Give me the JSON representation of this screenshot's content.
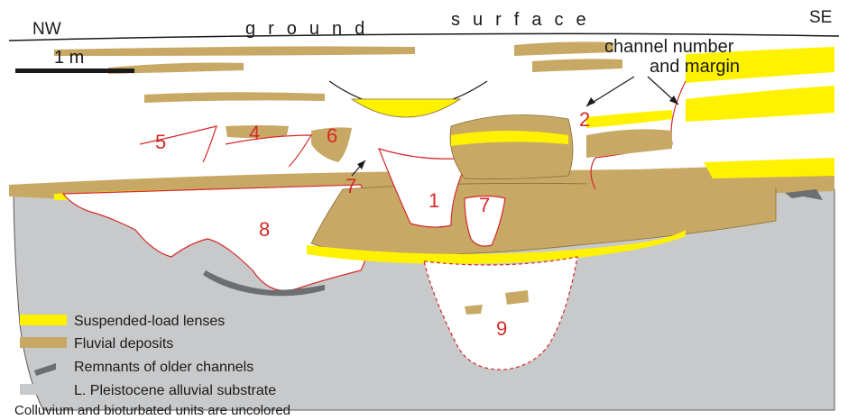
{
  "orientation": {
    "left": "NW",
    "right": "SE"
  },
  "ground_surface_label": "ground surface",
  "ground_surface_words": [
    "ground",
    "surface"
  ],
  "scale_bar_label": "1 m",
  "annotation": {
    "line1": "channel number",
    "line2": "and margin"
  },
  "channel_numbers": [
    "5",
    "4",
    "6",
    "7",
    "8",
    "1",
    "7",
    "2",
    "9"
  ],
  "legend": [
    {
      "label": "Suspended-load lenses",
      "color": "#fff200",
      "icon": "yellow-swatch"
    },
    {
      "label": "Fluvial deposits",
      "color": "#c8a865",
      "icon": "tan-swatch"
    },
    {
      "label": "Remnants of older channels",
      "color": "#6d6e71",
      "icon": "dark-gray-lens"
    },
    {
      "label": "L. Pleistocene alluvial substrate",
      "color": "#c8c9cb",
      "icon": "light-gray-swatch"
    }
  ],
  "footnote": "Colluvium and bioturbated units are uncolored",
  "colors": {
    "yellow": "#fff200",
    "tan": "#c8a865",
    "substrate": "#c8c9cb",
    "older_channels": "#6d6e71",
    "channel_margin": "#d42a2a",
    "line": "#1a1a1a"
  }
}
